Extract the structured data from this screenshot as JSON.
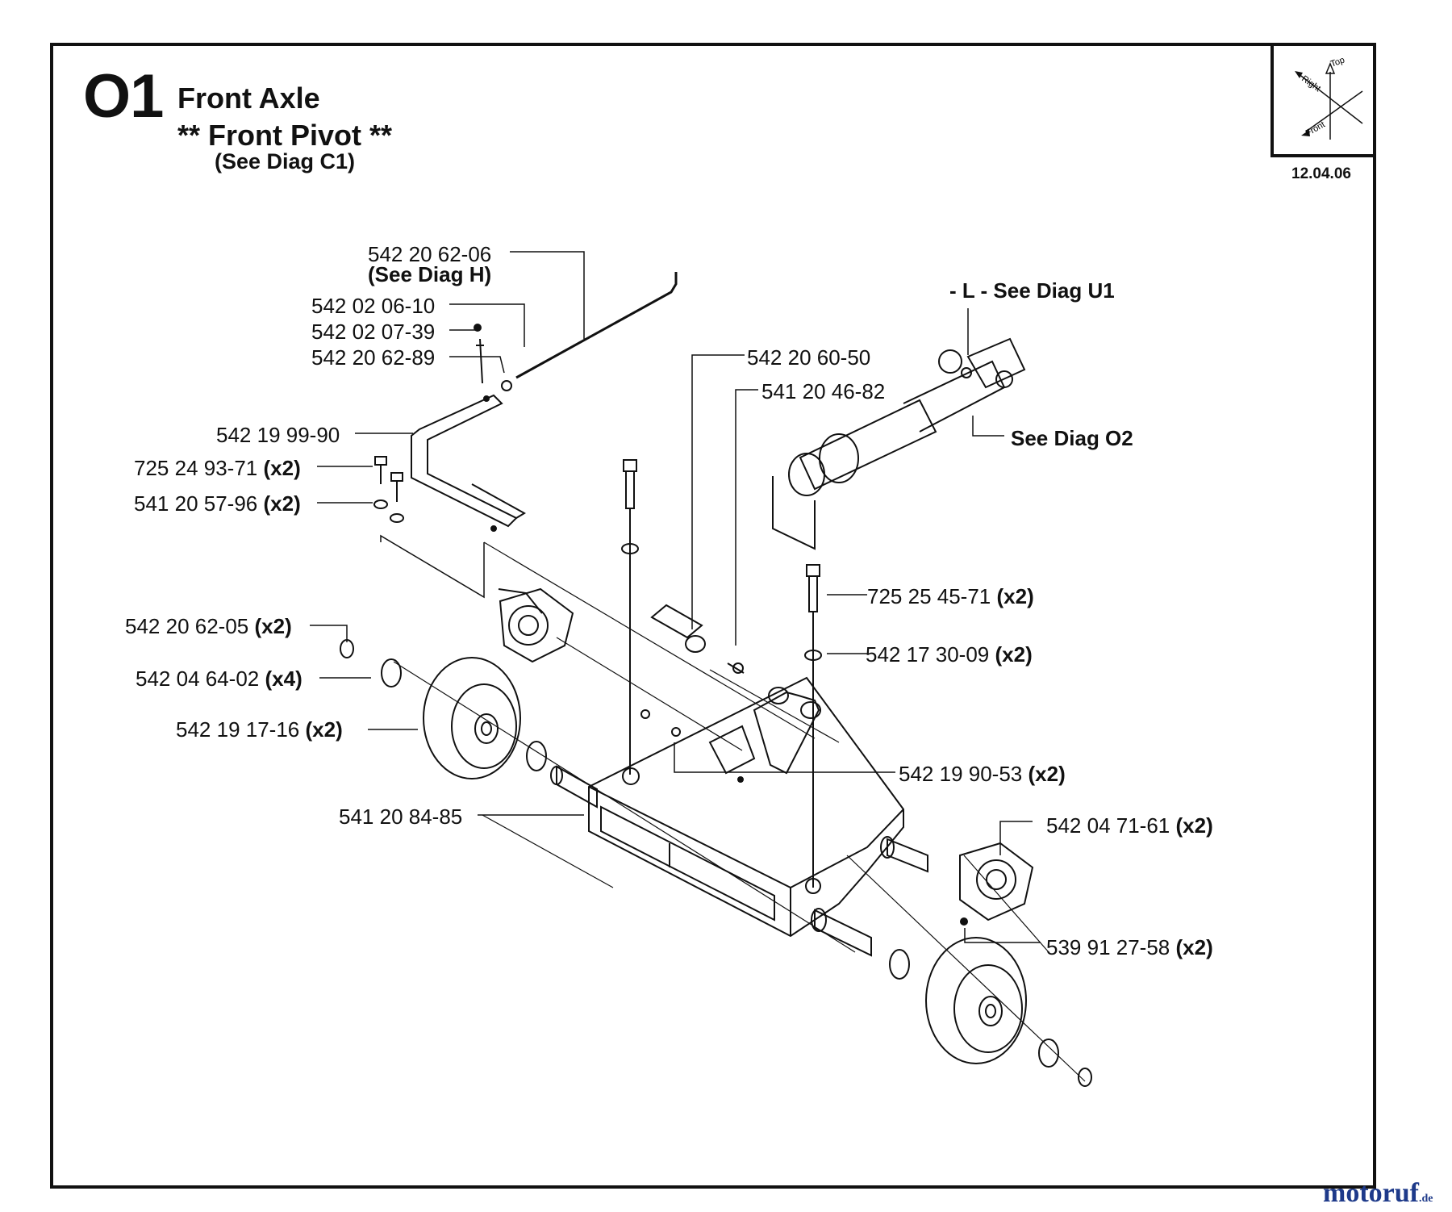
{
  "header": {
    "code": "O1",
    "title": "Front Axle",
    "subtitle": "** Front Pivot **",
    "note": "(See Diag C1)",
    "date": "12.04.06"
  },
  "orientation": {
    "top": "Top",
    "right": "Right",
    "front": "Front"
  },
  "references": {
    "diag_u1": "- L -  See Diag U1",
    "diag_o2": "See Diag O2"
  },
  "callouts": [
    {
      "id": "c01",
      "part": "542 20 62-06",
      "qty": "",
      "extra": "(See Diag H)"
    },
    {
      "id": "c02",
      "part": "542 02 06-10",
      "qty": ""
    },
    {
      "id": "c03",
      "part": "542 02 07-39",
      "qty": ""
    },
    {
      "id": "c04",
      "part": "542 20 62-89",
      "qty": ""
    },
    {
      "id": "c05",
      "part": "542 19 99-90",
      "qty": ""
    },
    {
      "id": "c06",
      "part": "725 24 93-71",
      "qty": "(x2)"
    },
    {
      "id": "c07",
      "part": "541 20 57-96",
      "qty": "(x2)"
    },
    {
      "id": "c08",
      "part": "542 20 62-05",
      "qty": "(x2)"
    },
    {
      "id": "c09",
      "part": "542 04 64-02",
      "qty": "(x4)"
    },
    {
      "id": "c10",
      "part": "542 19 17-16",
      "qty": "(x2)"
    },
    {
      "id": "c11",
      "part": "541 20 84-85",
      "qty": ""
    },
    {
      "id": "c12",
      "part": "542 20 60-50",
      "qty": ""
    },
    {
      "id": "c13",
      "part": "541 20 46-82",
      "qty": ""
    },
    {
      "id": "c14",
      "part": "725 25 45-71",
      "qty": "(x2)"
    },
    {
      "id": "c15",
      "part": "542 17 30-09",
      "qty": "(x2)"
    },
    {
      "id": "c16",
      "part": "542 19 90-53",
      "qty": "(x2)"
    },
    {
      "id": "c17",
      "part": "542 04 71-61",
      "qty": "(x2)"
    },
    {
      "id": "c18",
      "part": "539 91 27-58",
      "qty": "(x2)"
    }
  ],
  "watermark": {
    "name": "motoruf",
    "tld": ".de"
  }
}
